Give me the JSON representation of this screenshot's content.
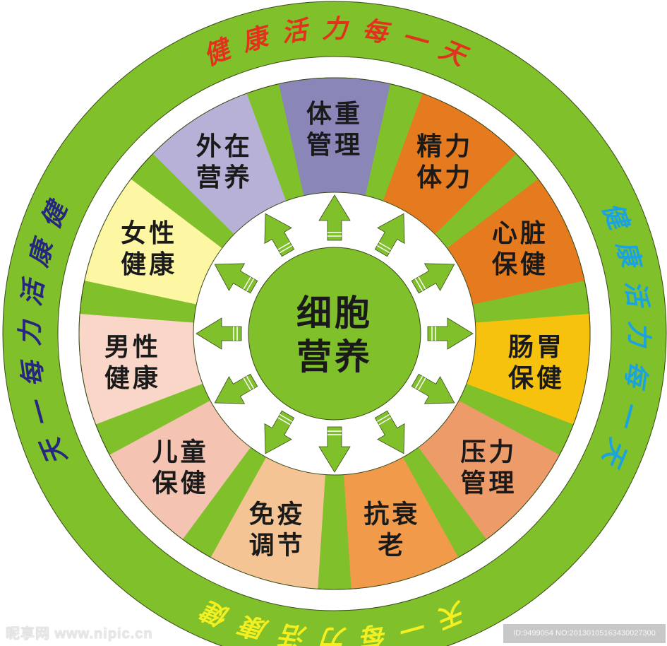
{
  "diagram": {
    "title": "细胞营养",
    "center_lines": [
      "细胞",
      "营养"
    ],
    "ring_slogan": "健康活力每一天",
    "ring_slogans": [
      {
        "position": "top",
        "text": "健康活力每一天",
        "color": "#e2311d"
      },
      {
        "position": "right",
        "text": "健康活力每一天",
        "color": "#1ba3e0"
      },
      {
        "position": "bottom",
        "text": "健康活力每一天",
        "color": "#f4ef20"
      },
      {
        "position": "left",
        "text": "健康活力每一天",
        "color": "#262680"
      }
    ],
    "segments": [
      {
        "lines": [
          "体重",
          "管理"
        ],
        "color": "#8b86b8"
      },
      {
        "lines": [
          "精力",
          "体力"
        ],
        "color": "#e57a1e"
      },
      {
        "lines": [
          "心脏",
          "保健"
        ],
        "color": "#e57a1e"
      },
      {
        "lines": [
          "肠胃",
          "保健"
        ],
        "color": "#f6c20e"
      },
      {
        "lines": [
          "压力",
          "管理"
        ],
        "color": "#ee9b6a"
      },
      {
        "lines": [
          "抗衰",
          "老"
        ],
        "color": "#f09a4a"
      },
      {
        "lines": [
          "免疫",
          "调节"
        ],
        "color": "#f5c495"
      },
      {
        "lines": [
          "儿童",
          "保健"
        ],
        "color": "#f4c3b2"
      },
      {
        "lines": [
          "男性",
          "健康"
        ],
        "color": "#f9d6c8"
      },
      {
        "lines": [
          "女性",
          "健康"
        ],
        "color": "#fdf6a3"
      },
      {
        "lines": [
          "外在",
          "营养"
        ],
        "color": "#b7b1d8"
      }
    ],
    "arrow_count": 12,
    "colors": {
      "green": "#80c02a",
      "outline": "#3a4a1a",
      "white": "#ffffff",
      "text": "#1a1a1a"
    }
  },
  "watermark": {
    "left": "昵享网 www.nipic.cn",
    "right": "ID:9499054 NO:20130105163430027300"
  }
}
